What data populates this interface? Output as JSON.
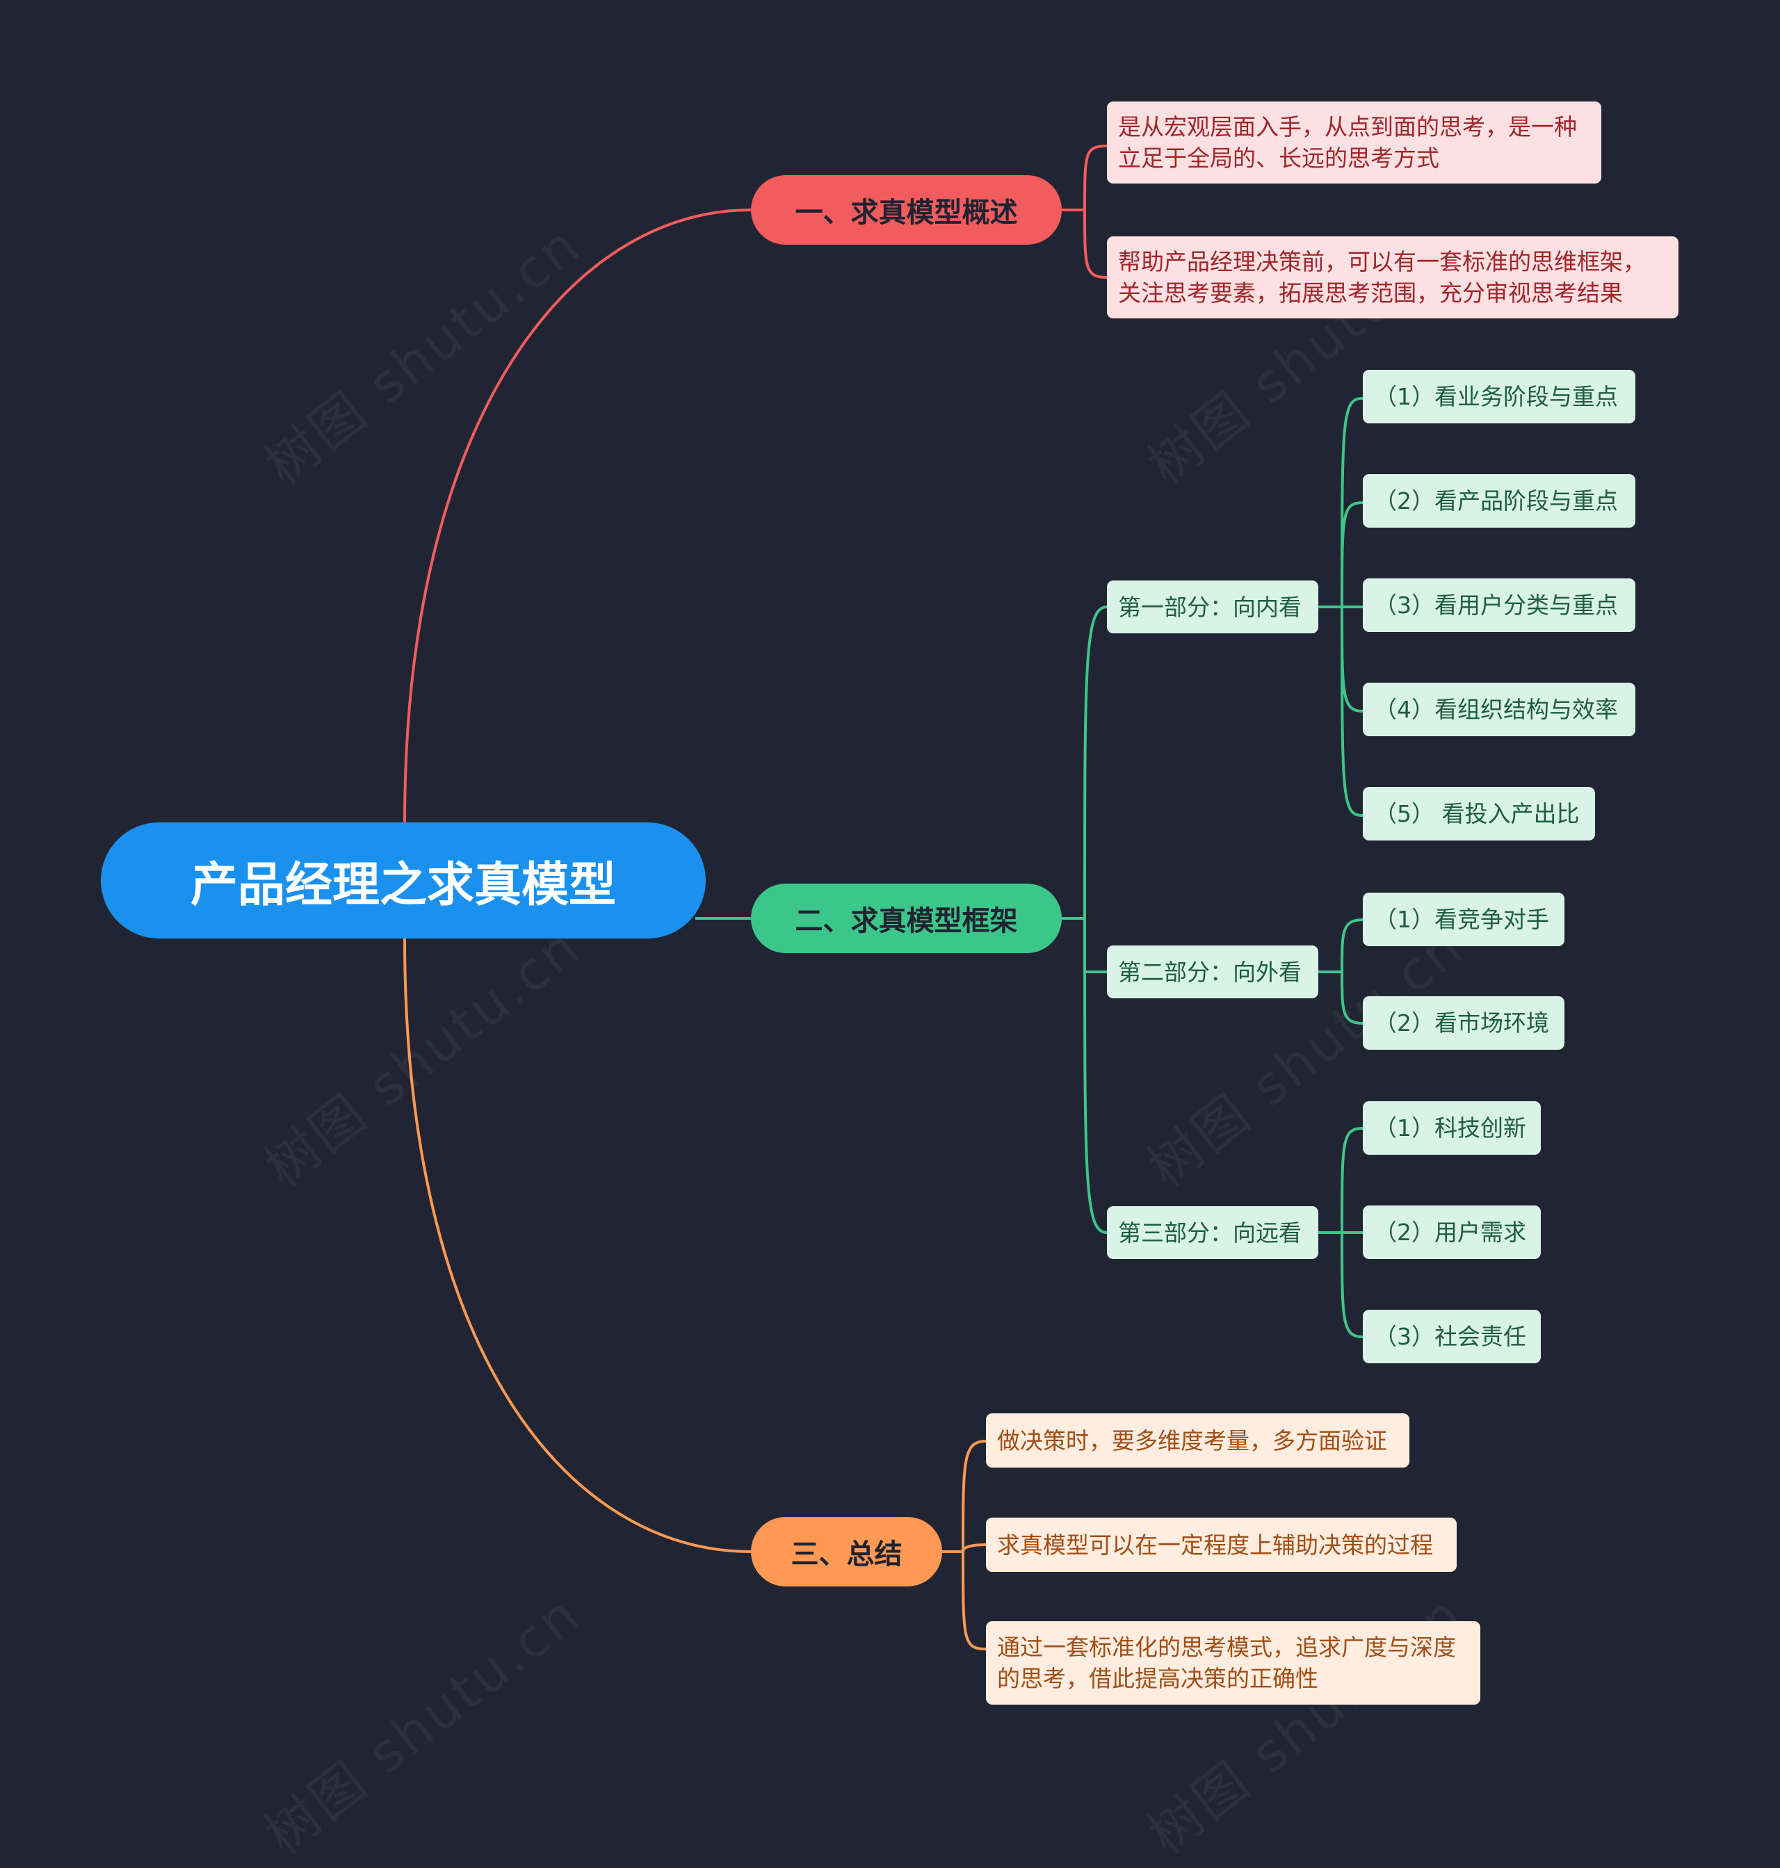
{
  "colors": {
    "background": "#212533",
    "root": "#1a91ef",
    "branch_red": "#f25c5e",
    "branch_green": "#3cc68a",
    "branch_orange": "#ff9954",
    "leaf_red": "#fde0e1",
    "leaf_green": "#d9f3e7",
    "leaf_orange": "#ffede0"
  },
  "root": {
    "title": "产品经理之求真模型"
  },
  "branches": {
    "overview": {
      "label": "一、求真模型概述",
      "items": [
        {
          "lines": [
            "是从宏观层面入手，从点到面的思考，是一种",
            "立足于全局的、长远的思考方式"
          ]
        },
        {
          "lines": [
            "帮助产品经理决策前，可以有一套标准的思维框架，",
            "关注思考要素，拓展思考范围，充分审视思考结果"
          ]
        }
      ]
    },
    "framework": {
      "label": "二、求真模型框架",
      "parts": [
        {
          "label": "第一部分：向内看",
          "items": [
            "（1）看业务阶段与重点",
            "（2）看产品阶段与重点",
            "（3）看用户分类与重点",
            "（4）看组织结构与效率",
            "（5） 看投入产出比"
          ]
        },
        {
          "label": "第二部分：向外看",
          "items": [
            "（1）看竞争对手",
            "（2）看市场环境"
          ]
        },
        {
          "label": "第三部分：向远看",
          "items": [
            "（1）科技创新",
            "（2）用户需求",
            "（3）社会责任"
          ]
        }
      ]
    },
    "summary": {
      "label": "三、总结",
      "items": [
        {
          "lines": [
            "做决策时，要多维度考量，多方面验证"
          ]
        },
        {
          "lines": [
            "求真模型可以在一定程度上辅助决策的过程"
          ]
        },
        {
          "lines": [
            "通过一套标准化的思考模式，追求广度与深度",
            "的思考，借此提高决策的正确性"
          ]
        }
      ]
    }
  },
  "watermark": "树图 shutu.cn"
}
